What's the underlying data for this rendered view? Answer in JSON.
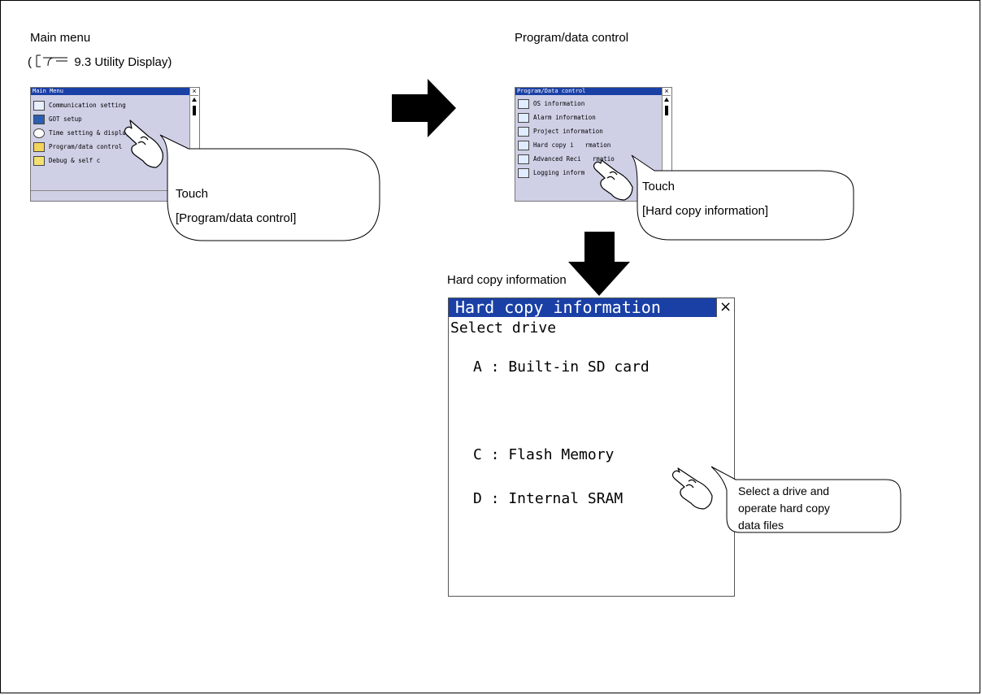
{
  "main_menu": {
    "caption": "Main menu",
    "ref_open": "(",
    "ref_text": "9.3 Utility Display)",
    "screen_title": "Main Menu",
    "items": [
      "Communication setting",
      "GOT setup",
      "Time setting & display",
      "Program/data control",
      "Debug & self c"
    ],
    "touch_label": "Touch",
    "touch_target": "[Program/data control]"
  },
  "program_data": {
    "caption": "Program/data control",
    "screen_title": "Program/Data control",
    "items": [
      "OS information",
      "Alarm information",
      "Project information",
      "Hard copy i",
      "Advanced Reci",
      "Logging inform"
    ],
    "item_tails": [
      "",
      "",
      "",
      "rmation",
      "rmatio",
      ""
    ],
    "touch_label": "Touch",
    "touch_target": "[Hard copy information]"
  },
  "hard_copy": {
    "caption": "Hard copy information",
    "screen_title": "Hard copy information",
    "close_symbol": "×",
    "prompt": "Select drive",
    "drives": [
      "A : Built-in SD card",
      "C : Flash Memory",
      "D : Internal SRAM"
    ],
    "callout_lines": [
      "Select a drive and",
      "operate hard copy",
      "data files"
    ]
  },
  "colors": {
    "title_bar": "#1a40a6",
    "screen_bg": "#cfd0e6",
    "arrow": "#000000"
  }
}
